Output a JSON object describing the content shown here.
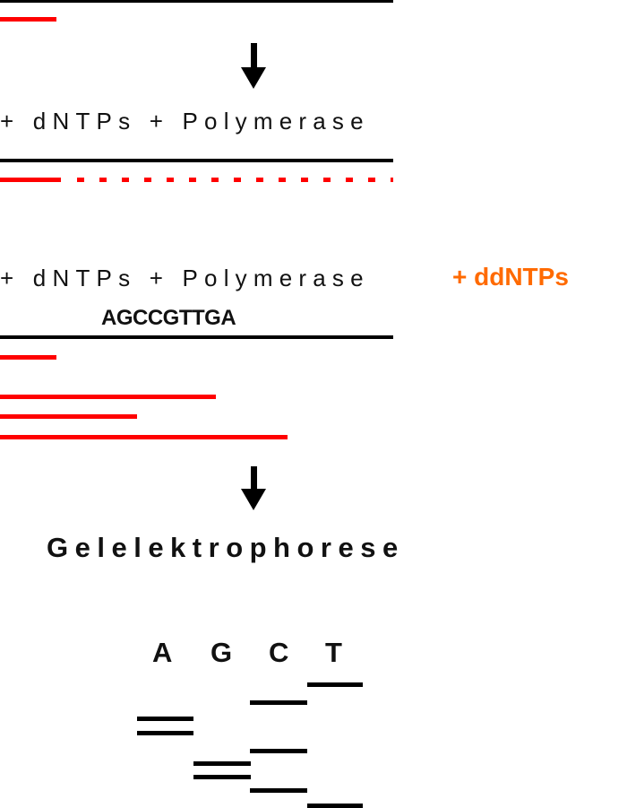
{
  "step1": {
    "reagents_label": "+ dNTPs + Polymerase"
  },
  "step2": {
    "reagents_label": "+ dNTPs + Polymerase",
    "dideoxy_label": "+ ddNTPs",
    "template_sequence": "AGCCGTTGA"
  },
  "step3": {
    "method_label": "Gelelektrophorese"
  },
  "gel": {
    "lanes": [
      "A",
      "G",
      "C",
      "T"
    ]
  },
  "colors": {
    "primer": "#ff0000",
    "ddntp_label": "#ff6a00",
    "strand": "#000000"
  }
}
